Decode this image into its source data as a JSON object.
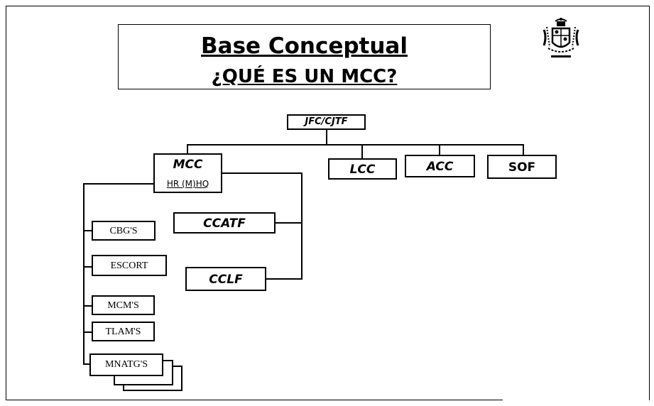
{
  "title": {
    "line1": "Base Conceptual",
    "line2": "¿QUÉ ES UN MCC?"
  },
  "logo": {
    "icon": "royal-crest-icon"
  },
  "org_chart": {
    "top": "JFC/CJTF",
    "components": [
      "MCC",
      "LCC",
      "ACC",
      "SOF"
    ],
    "mcc_subtitle": "HR (M)HQ",
    "mcc_left_units": [
      "CBG'S",
      "ESCORT",
      "MCM'S",
      "TLAM'S",
      "MNATG'S"
    ],
    "mcc_right_units": [
      "CCATF",
      "CCLF"
    ]
  }
}
